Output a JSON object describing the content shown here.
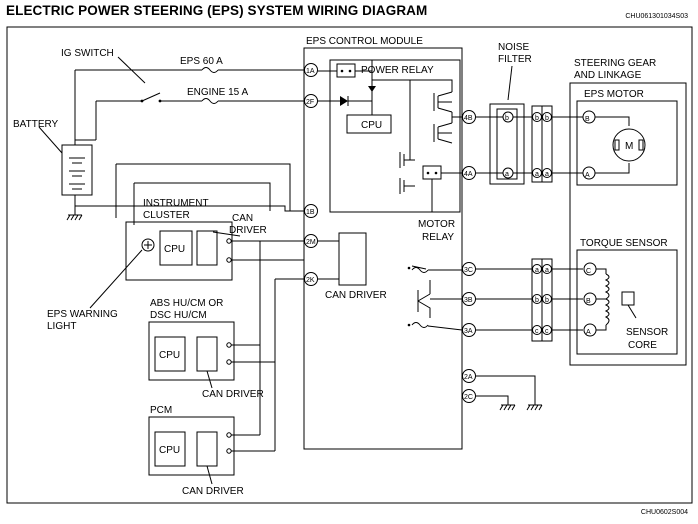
{
  "title": "ELECTRIC POWER STEERING (EPS) SYSTEM WIRING DIAGRAM",
  "code_top": "CHU061301034S03",
  "code_bottom": "CHU0602S004",
  "labels": {
    "eps_control_module": "EPS CONTROL MODULE",
    "ig_switch": "IG SWITCH",
    "eps_fuse": "EPS 60 A",
    "engine_fuse": "ENGINE 15 A",
    "battery": "BATTERY",
    "power_relay": "POWER RELAY",
    "cpu": "CPU",
    "motor_relay_1": "MOTOR",
    "motor_relay_2": "RELAY",
    "instrument_cluster_1": "INSTRUMENT",
    "instrument_cluster_2": "CLUSTER",
    "can_driver_top_1": "CAN",
    "can_driver_top_2": "DRIVER",
    "can_driver_module": "CAN DRIVER",
    "eps_warning_light_1": "EPS WARNING",
    "eps_warning_light_2": "LIGHT",
    "abs_1": "ABS HU/CM OR",
    "abs_2": "DSC HU/CM",
    "can_driver_abs": "CAN DRIVER",
    "pcm": "PCM",
    "can_driver_pcm": "CAN DRIVER",
    "noise_filter_1": "NOISE",
    "noise_filter_2": "FILTER",
    "steering_gear_1": "STEERING GEAR",
    "steering_gear_2": "AND LINKAGE",
    "eps_motor": "EPS MOTOR",
    "motor_symbol": "M",
    "torque_sensor": "TORQUE SENSOR",
    "sensor_core_1": "SENSOR",
    "sensor_core_2": "CORE"
  },
  "pins": {
    "p1A": "1A",
    "p2F": "2F",
    "p1B": "1B",
    "p2M": "2M",
    "p2K": "2K",
    "p4B": "4B",
    "p4A": "4A",
    "p3C": "3C",
    "p3B": "3B",
    "p3A": "3A",
    "p2A": "2A",
    "p2C": "2C"
  },
  "terminals": {
    "nf_b": "b",
    "nf_a": "a",
    "c1_b1": "b",
    "c1_b2": "b",
    "c1_a1": "a",
    "c1_a2": "a",
    "m_B": "B",
    "m_A": "A",
    "c2_a1": "a",
    "c2_a2": "a",
    "c2_b1": "b",
    "c2_b2": "b",
    "c2_c1": "c",
    "c2_c2": "c",
    "t_C": "C",
    "t_B": "B",
    "t_A": "A"
  }
}
